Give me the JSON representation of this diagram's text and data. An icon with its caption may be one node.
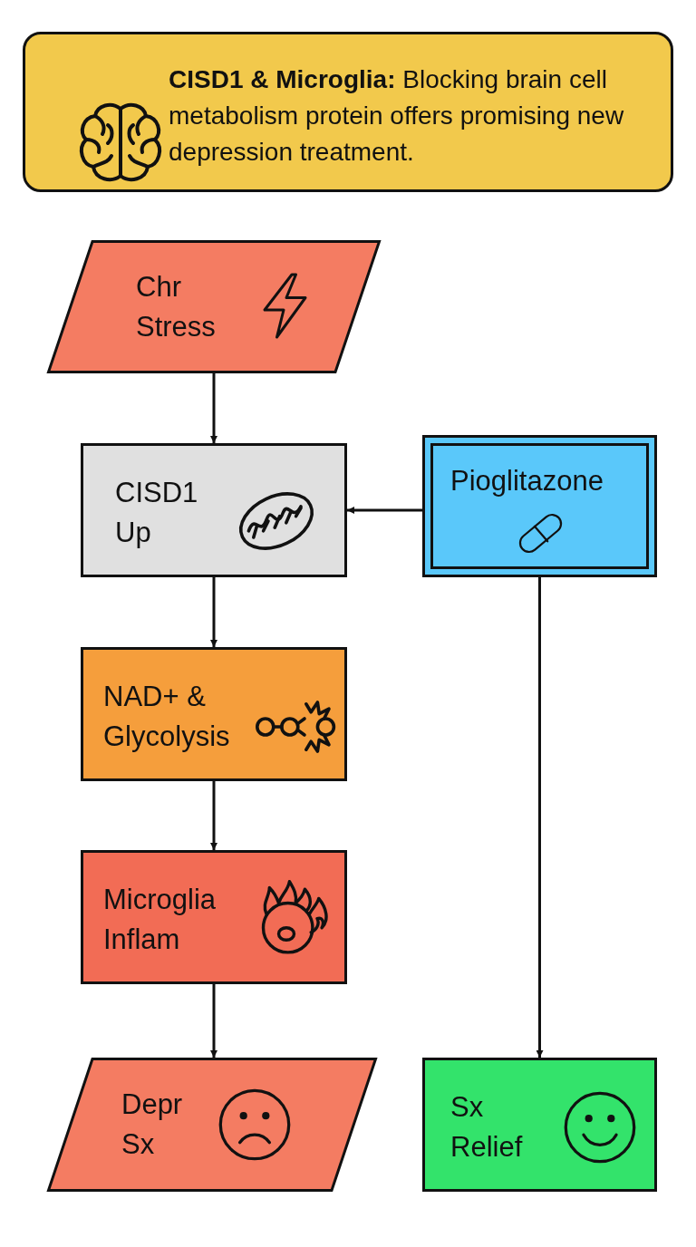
{
  "diagram": {
    "nodes": [
      {
        "text": [
          "**CISD1 & Microglia:** Blocking brain cell metabolism protein offers promising new depression treatment."
        ]
      },
      {
        "text": [
          "Chr Stress"
        ]
      },
      {
        "text": [
          "CISD1 Up"
        ]
      },
      {
        "text": [
          "Pioglitazone"
        ]
      },
      {
        "text": [
          "NAD+ & Glycolysis"
        ]
      },
      {
        "text": [
          "Microglia Inflam"
        ]
      },
      {
        "text": [
          "Depr Sx"
        ]
      },
      {
        "text": [
          "Sx Relief"
        ]
      }
    ],
    "edges": [
      {
        "from": 1,
        "to": 2,
        "arrow": "to"
      },
      {
        "from": 3,
        "to": 2,
        "arrow": "to"
      },
      {
        "from": 2,
        "to": 4,
        "arrow": "to"
      },
      {
        "from": 4,
        "to": 5,
        "arrow": "to"
      },
      {
        "from": 5,
        "to": 6,
        "arrow": "to"
      },
      {
        "from": 3,
        "to": 7,
        "arrow": "to"
      }
    ]
  }
}
